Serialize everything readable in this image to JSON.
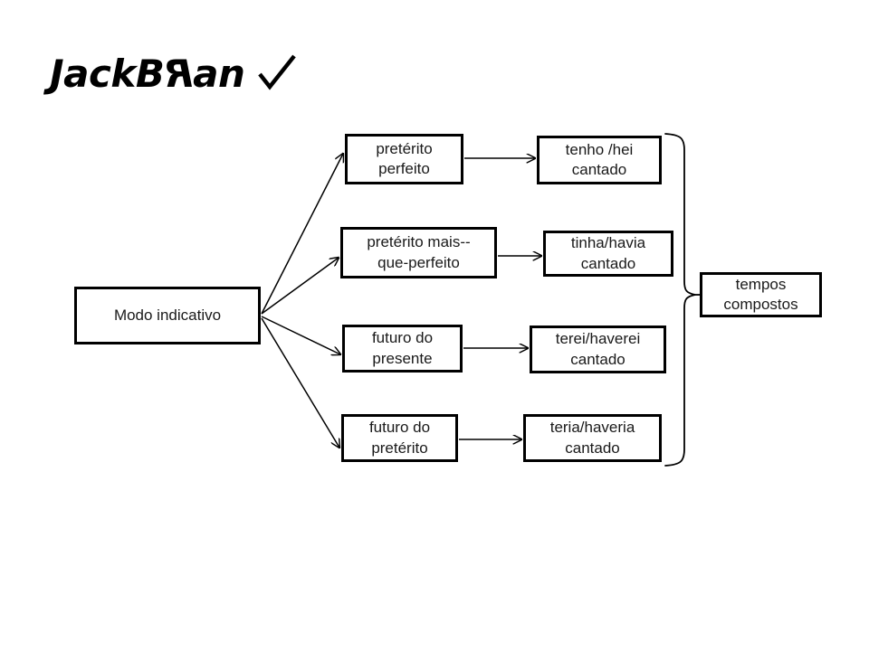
{
  "logo": {
    "text_part1": "J",
    "text_part2": "ack",
    "text_part3": "B",
    "text_part4": "R",
    "text_part5": "an",
    "full_text": "JackBRan",
    "check_icon": "check-mark-icon"
  },
  "diagram": {
    "root": {
      "line1": "Modo indicativo"
    },
    "tenses": [
      {
        "line1": "pretérito",
        "line2": "perfeito"
      },
      {
        "line1": "pretérito mais--",
        "line2": "que-perfeito"
      },
      {
        "line1": "futuro do",
        "line2": "presente"
      },
      {
        "line1": "futuro do",
        "line2": "pretérito"
      }
    ],
    "forms": [
      {
        "line1": "tenho /hei",
        "line2": "cantado"
      },
      {
        "line1": "tinha/havia",
        "line2": "cantado"
      },
      {
        "line1": "terei/haverei",
        "line2": "cantado"
      },
      {
        "line1": "teria/haveria",
        "line2": "cantado"
      }
    ],
    "result": {
      "line1": "tempos",
      "line2": "compostos"
    }
  },
  "colors": {
    "stroke": "#000000",
    "text": "#1a1a1a",
    "background": "#ffffff"
  }
}
